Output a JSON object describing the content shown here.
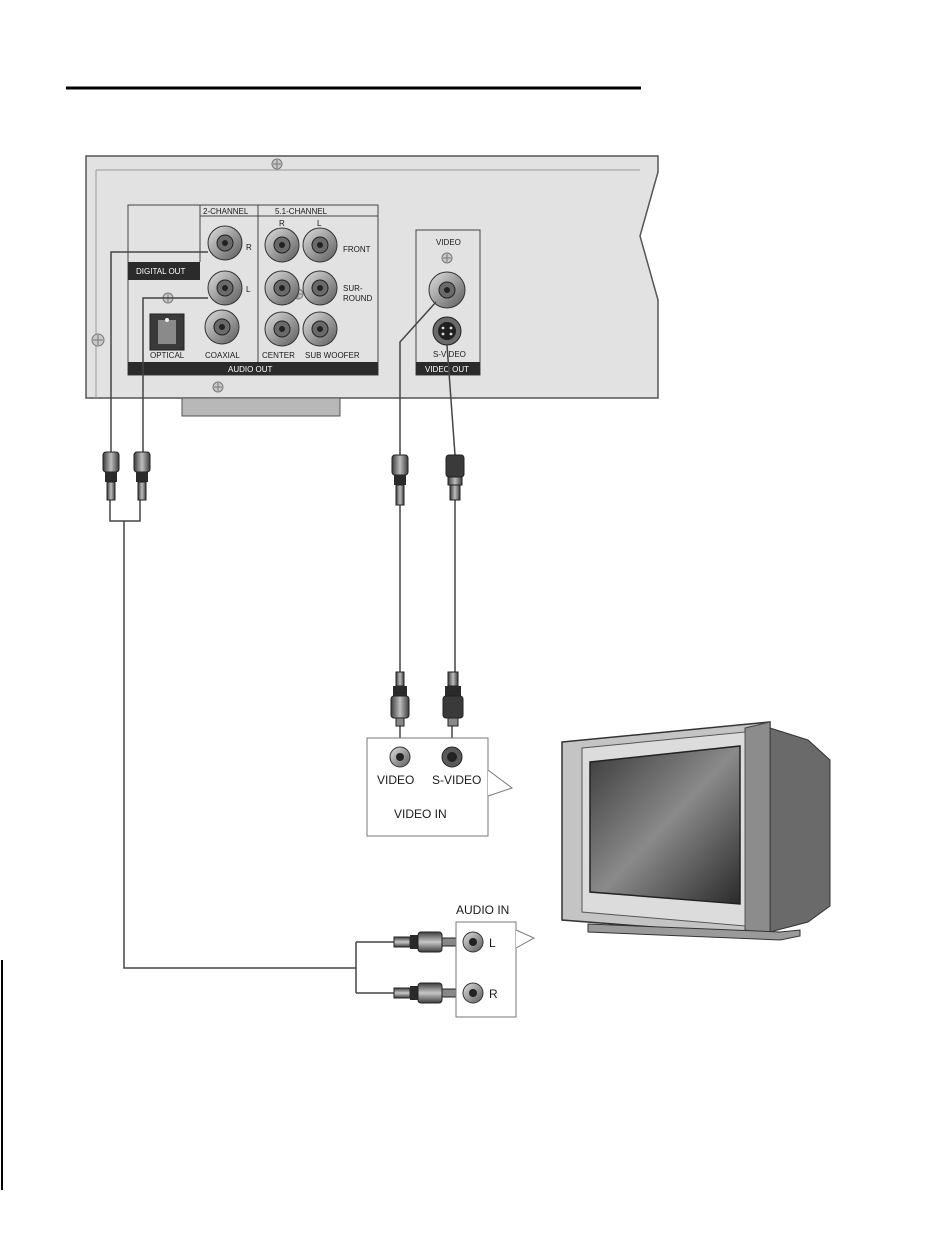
{
  "player_panel": {
    "two_channel": "2-CHANNEL",
    "five_one_channel": "5.1-CHANNEL",
    "jack_r": "R",
    "jack_l": "L",
    "front": "FRONT",
    "surround_line1": "SUR-",
    "surround_line2": "ROUND",
    "digital_out": "DIGITAL OUT",
    "optical": "OPTICAL",
    "coaxial": "COAXIAL",
    "center": "CENTER",
    "sub_woofer": "SUB WOOFER",
    "audio_out": "AUDIO OUT",
    "video": "VIDEO",
    "s_video": "S-VIDEO",
    "video_out": "VIDEO OUT"
  },
  "tv_panel": {
    "video": "VIDEO",
    "s_video": "S-VIDEO",
    "video_in": "VIDEO IN",
    "audio_in": "AUDIO IN",
    "jack_l": "L",
    "jack_r": "R"
  }
}
